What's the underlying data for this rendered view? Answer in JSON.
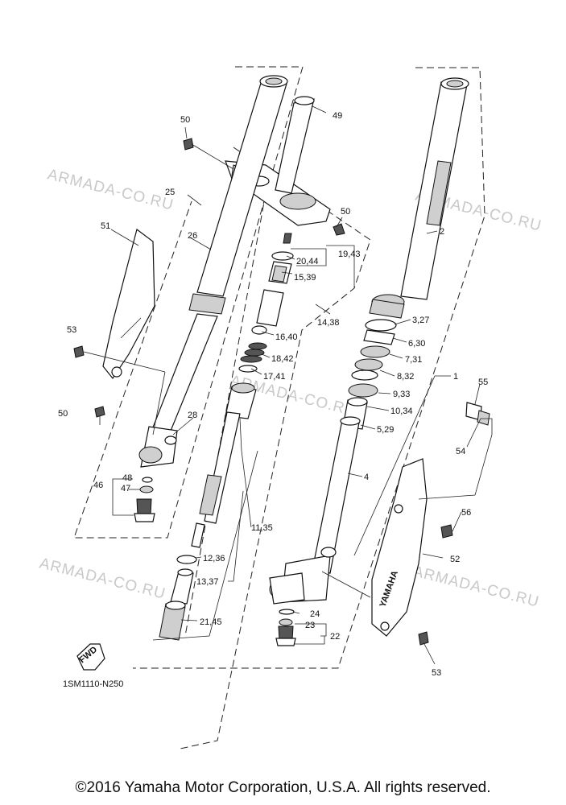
{
  "diagram_code": "1SM1110-N250",
  "copyright": "©2016 Yamaha Motor Corporation, U.S.A. All rights reserved.",
  "watermark": "ARMADA-CO.RU",
  "fwd_label": "FWD",
  "guard_logo": "YAMAHA",
  "callouts": {
    "c1": "1",
    "c2": "2",
    "c4": "4",
    "c3_27": "3,27",
    "c5_29": "5,29",
    "c6_30": "6,30",
    "c7_31": "7,31",
    "c8_32": "8,32",
    "c9_33": "9,33",
    "c10_34": "10,34",
    "c11_35": "11,35",
    "c12_36": "12,36",
    "c13_37": "13,37",
    "c14_38": "14,38",
    "c15_39": "15,39",
    "c16_40": "16,40",
    "c17_41": "17,41",
    "c18_42": "18,42",
    "c19_43": "19,43",
    "c20_44": "20,44",
    "c21_45": "21,45",
    "c22": "22",
    "c23": "23",
    "c24": "24",
    "c25": "25",
    "c26": "26",
    "c28": "28",
    "c46": "46",
    "c47": "47",
    "c48": "48",
    "c49": "49",
    "c50a": "50",
    "c50b": "50",
    "c50c": "50",
    "c51": "51",
    "c52": "52",
    "c53a": "53",
    "c53b": "53",
    "c54": "54",
    "c55": "55",
    "c56": "56"
  }
}
